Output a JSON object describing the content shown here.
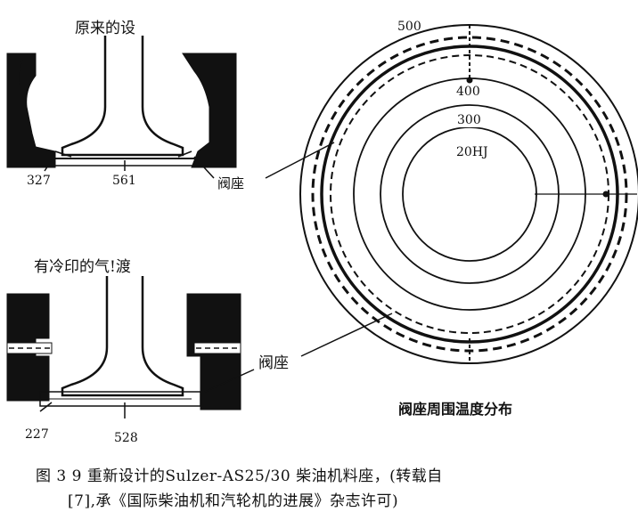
{
  "top_section": {
    "title": "原来的设",
    "labels": [
      "327",
      "561"
    ],
    "valve_seat_label": "阀座"
  },
  "bottom_section": {
    "title": "有冷印的气!渡",
    "labels": [
      "227",
      "528"
    ],
    "valve_seat_label": "阀座"
  },
  "circle_plot": {
    "ring_labels": [
      "500",
      "400",
      "300",
      "20HJ"
    ],
    "title": "阀座周围温度分布"
  },
  "caption": {
    "line1": "图 3 9  重新设计的Sulzer-AS25/30  柴油机料座，(转载自",
    "line2": "[7],承《国际柴油机和汽轮机的进展》杂志许可)"
  }
}
